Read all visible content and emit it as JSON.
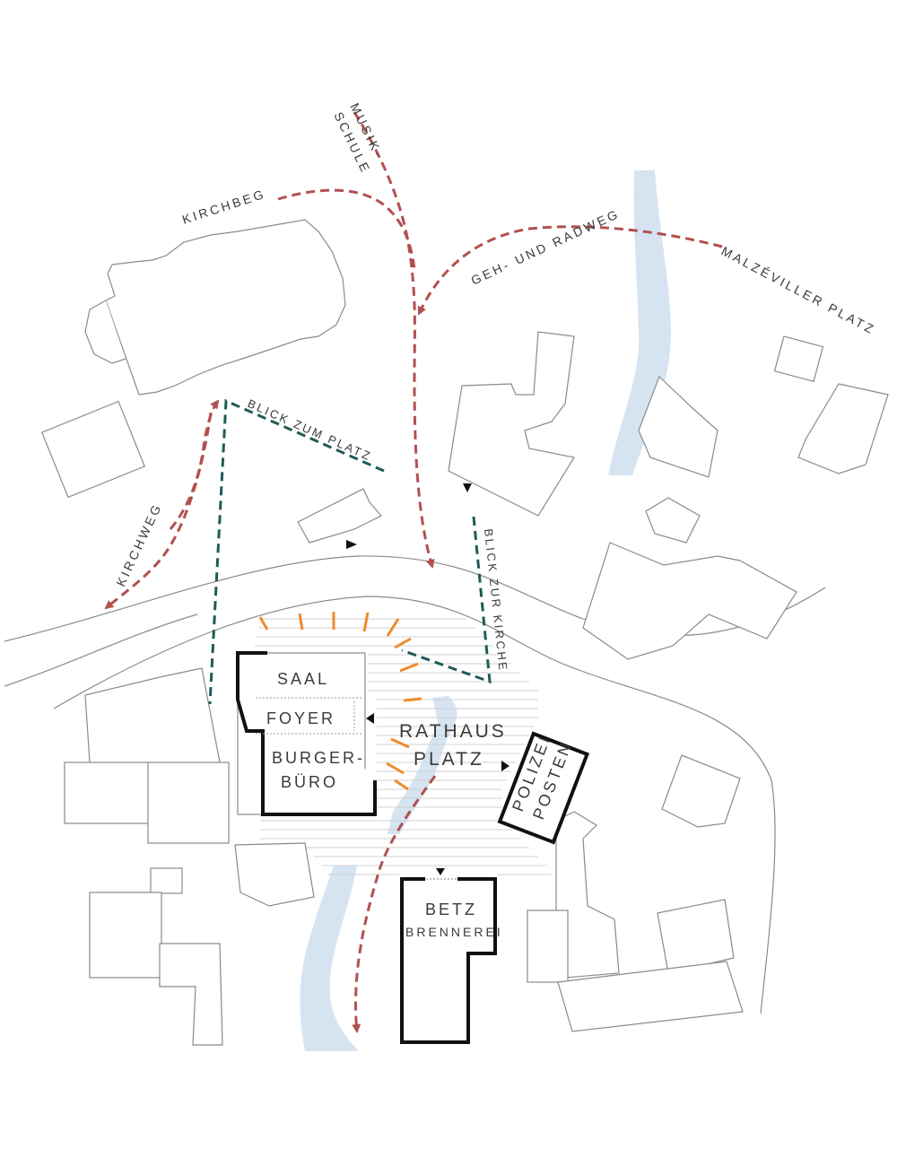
{
  "colors": {
    "walkway": "#b2504f",
    "sightline": "#1f5b57",
    "radiation": "#f08a2c",
    "water": "#d6e4f2",
    "building_outline": "#8a8a8a",
    "key_building_outline": "#111111"
  },
  "path_labels": {
    "musik": "MUSIK-",
    "schule": "SCHULE",
    "kirchbeg": "KIRCHBEG",
    "geh_radweg": "GEH- UND RADWEG",
    "malzeviller": "MALZÉVILLER PLATZ",
    "kirchweg": "KIRCHWEG"
  },
  "view_labels": {
    "blick_platz": "BLICK ZUM PLATZ",
    "blick_kirche": "BLICK ZUR KIRCHE"
  },
  "buildings": {
    "saal": "SAAL",
    "foyer": "FOYER",
    "burger_1": "BURGER-",
    "burger_2": "BÜRO",
    "rathaus": "RATHAUS",
    "platz": "PLATZ",
    "polizei": "POLIZEI",
    "posten": "POSTEN",
    "betz": "BETZ",
    "brennerei": "BRENNEREI"
  },
  "icons": [
    "entrance-arrow-icon"
  ]
}
